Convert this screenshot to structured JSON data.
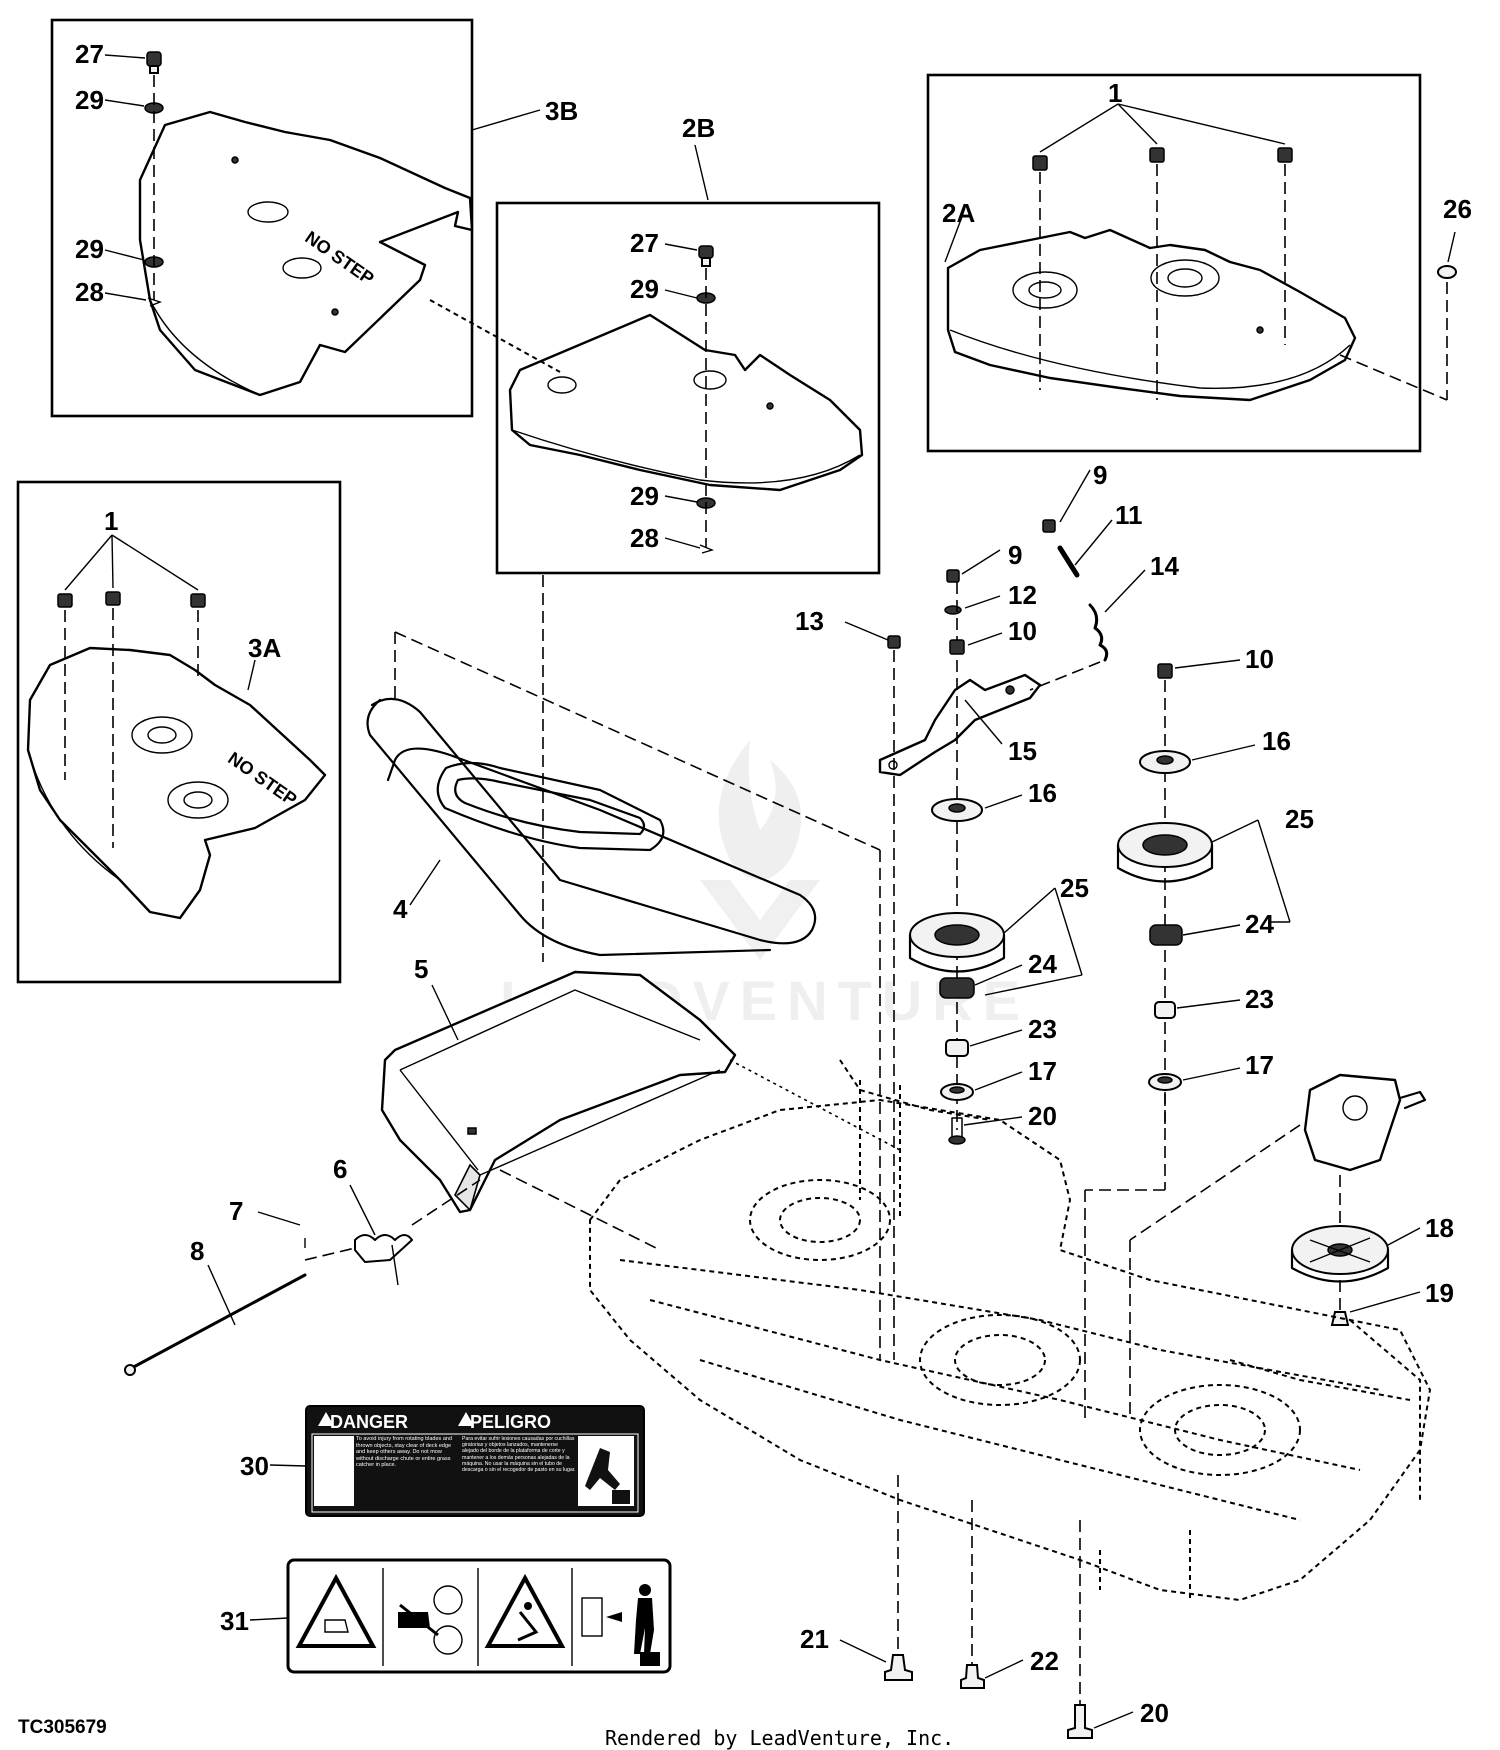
{
  "figure_id": "TC305679",
  "footer": "Rendered by LeadVenture, Inc.",
  "watermark": "LEADVENTURE",
  "decal_30": {
    "heading_en": "DANGER",
    "heading_es": "PELIGRO",
    "text_en": "To avoid injury from rotating blades and thrown objects, stay clear of deck edge and keep others away. Do not mow without discharge chute or entire grass catcher in place.",
    "text_es": "Para evitar sufrir lesiones causadas por cuchillas giratorias y objetos lanzados, mantenerse alejado del borde de la plataforma de corte y mantener a los demás personas alejadas de la máquina. No usar la máquina sin el tubo de descarga o sin el recogedor de pasto en su lugar."
  },
  "decal_31": {
    "icons": [
      "blade-hazard-icon",
      "no-hands-rotating-icon",
      "thrown-object-hazard-icon",
      "keep-distance-icon"
    ]
  },
  "callouts": {
    "c1a": "1",
    "c1b": "1",
    "c2A": "2A",
    "c2B": "2B",
    "c3A": "3A",
    "c3B": "3B",
    "c4": "4",
    "c5": "5",
    "c6": "6",
    "c7": "7",
    "c8": "8",
    "c9a": "9",
    "c9b": "9",
    "c10a": "10",
    "c10b": "10",
    "c11": "11",
    "c12": "12",
    "c13": "13",
    "c14": "14",
    "c15": "15",
    "c16a": "16",
    "c16b": "16",
    "c17a": "17",
    "c17b": "17",
    "c18": "18",
    "c19": "19",
    "c20a": "20",
    "c20b": "20",
    "c21": "21",
    "c22": "22",
    "c23a": "23",
    "c23b": "23",
    "c24a": "24",
    "c24b": "24",
    "c25a": "25",
    "c25b": "25",
    "c26": "26",
    "c27a": "27",
    "c27b": "27",
    "c28a": "28",
    "c28b": "28",
    "c29a": "29",
    "c29b": "29",
    "c29c": "29",
    "c29d": "29",
    "c30": "30",
    "c31": "31"
  }
}
